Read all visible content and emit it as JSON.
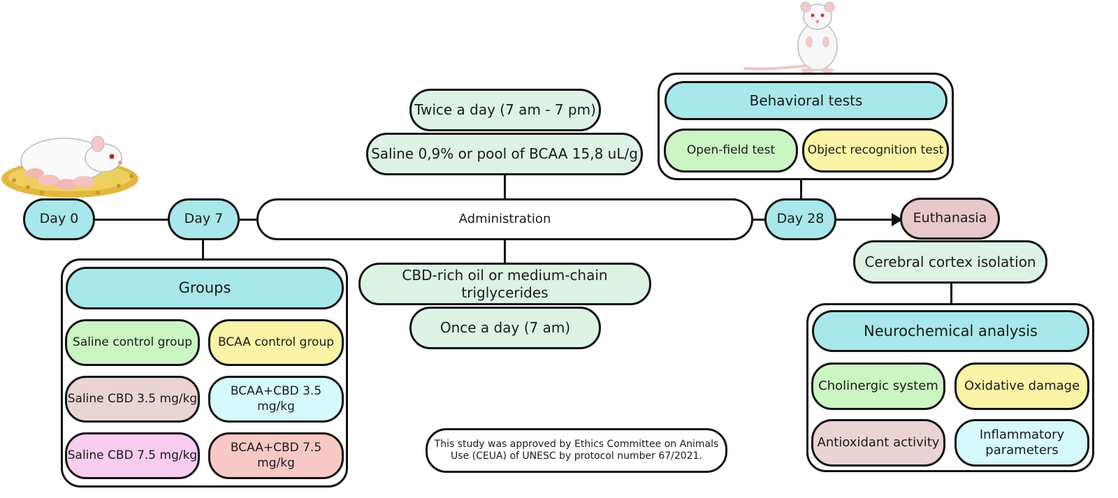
{
  "timeline": {
    "day0": "Day 0",
    "day7": "Day 7",
    "administration": "Administration",
    "day28": "Day 28",
    "euthanasia": "Euthanasia"
  },
  "administration_top": {
    "schedule": "Twice a day (7 am - 7 pm)",
    "treatment": "Saline 0,9% or pool of BCAA 15,8 uL/g"
  },
  "administration_bottom": {
    "treatment": "CBD-rich oil or medium-chain triglycerides",
    "schedule": "Once a day (7 am)"
  },
  "groups": {
    "title": "Groups",
    "items": [
      "Saline control group",
      "BCAA control group",
      "Saline CBD 3.5 mg/kg",
      "BCAA+CBD 3.5 mg/kg",
      "Saline CBD 7.5 mg/kg",
      "BCAA+CBD 7.5 mg/kg"
    ]
  },
  "behavioral": {
    "title": "Behavioral tests",
    "items": [
      "Open-field test",
      "Object recognition test"
    ]
  },
  "cortex": "Cerebral cortex isolation",
  "neurochemical": {
    "title": "Neurochemical analysis",
    "items": [
      "Cholinergic system",
      "Oxidative damage",
      "Antioxidant activity",
      "Inflammatory parameters"
    ]
  },
  "ethics_note": {
    "line1": "This study was approved by Ethics Committee on Animals",
    "line2": "Use (CEUA) of UNESC by protocol number 67/2021."
  },
  "colors": {
    "header_teal": "#a8e8ea",
    "mint": "#dcf3e6",
    "green": "#ccf5c4",
    "yellow": "#fbf3a6",
    "pink": "#ebd4d4",
    "cyan": "#d6f9fb",
    "magenta": "#f8cdf0",
    "salmon": "#f9c9c5"
  },
  "icons": [
    "rat-mother-with-pups-icon",
    "standing-rat-icon"
  ]
}
